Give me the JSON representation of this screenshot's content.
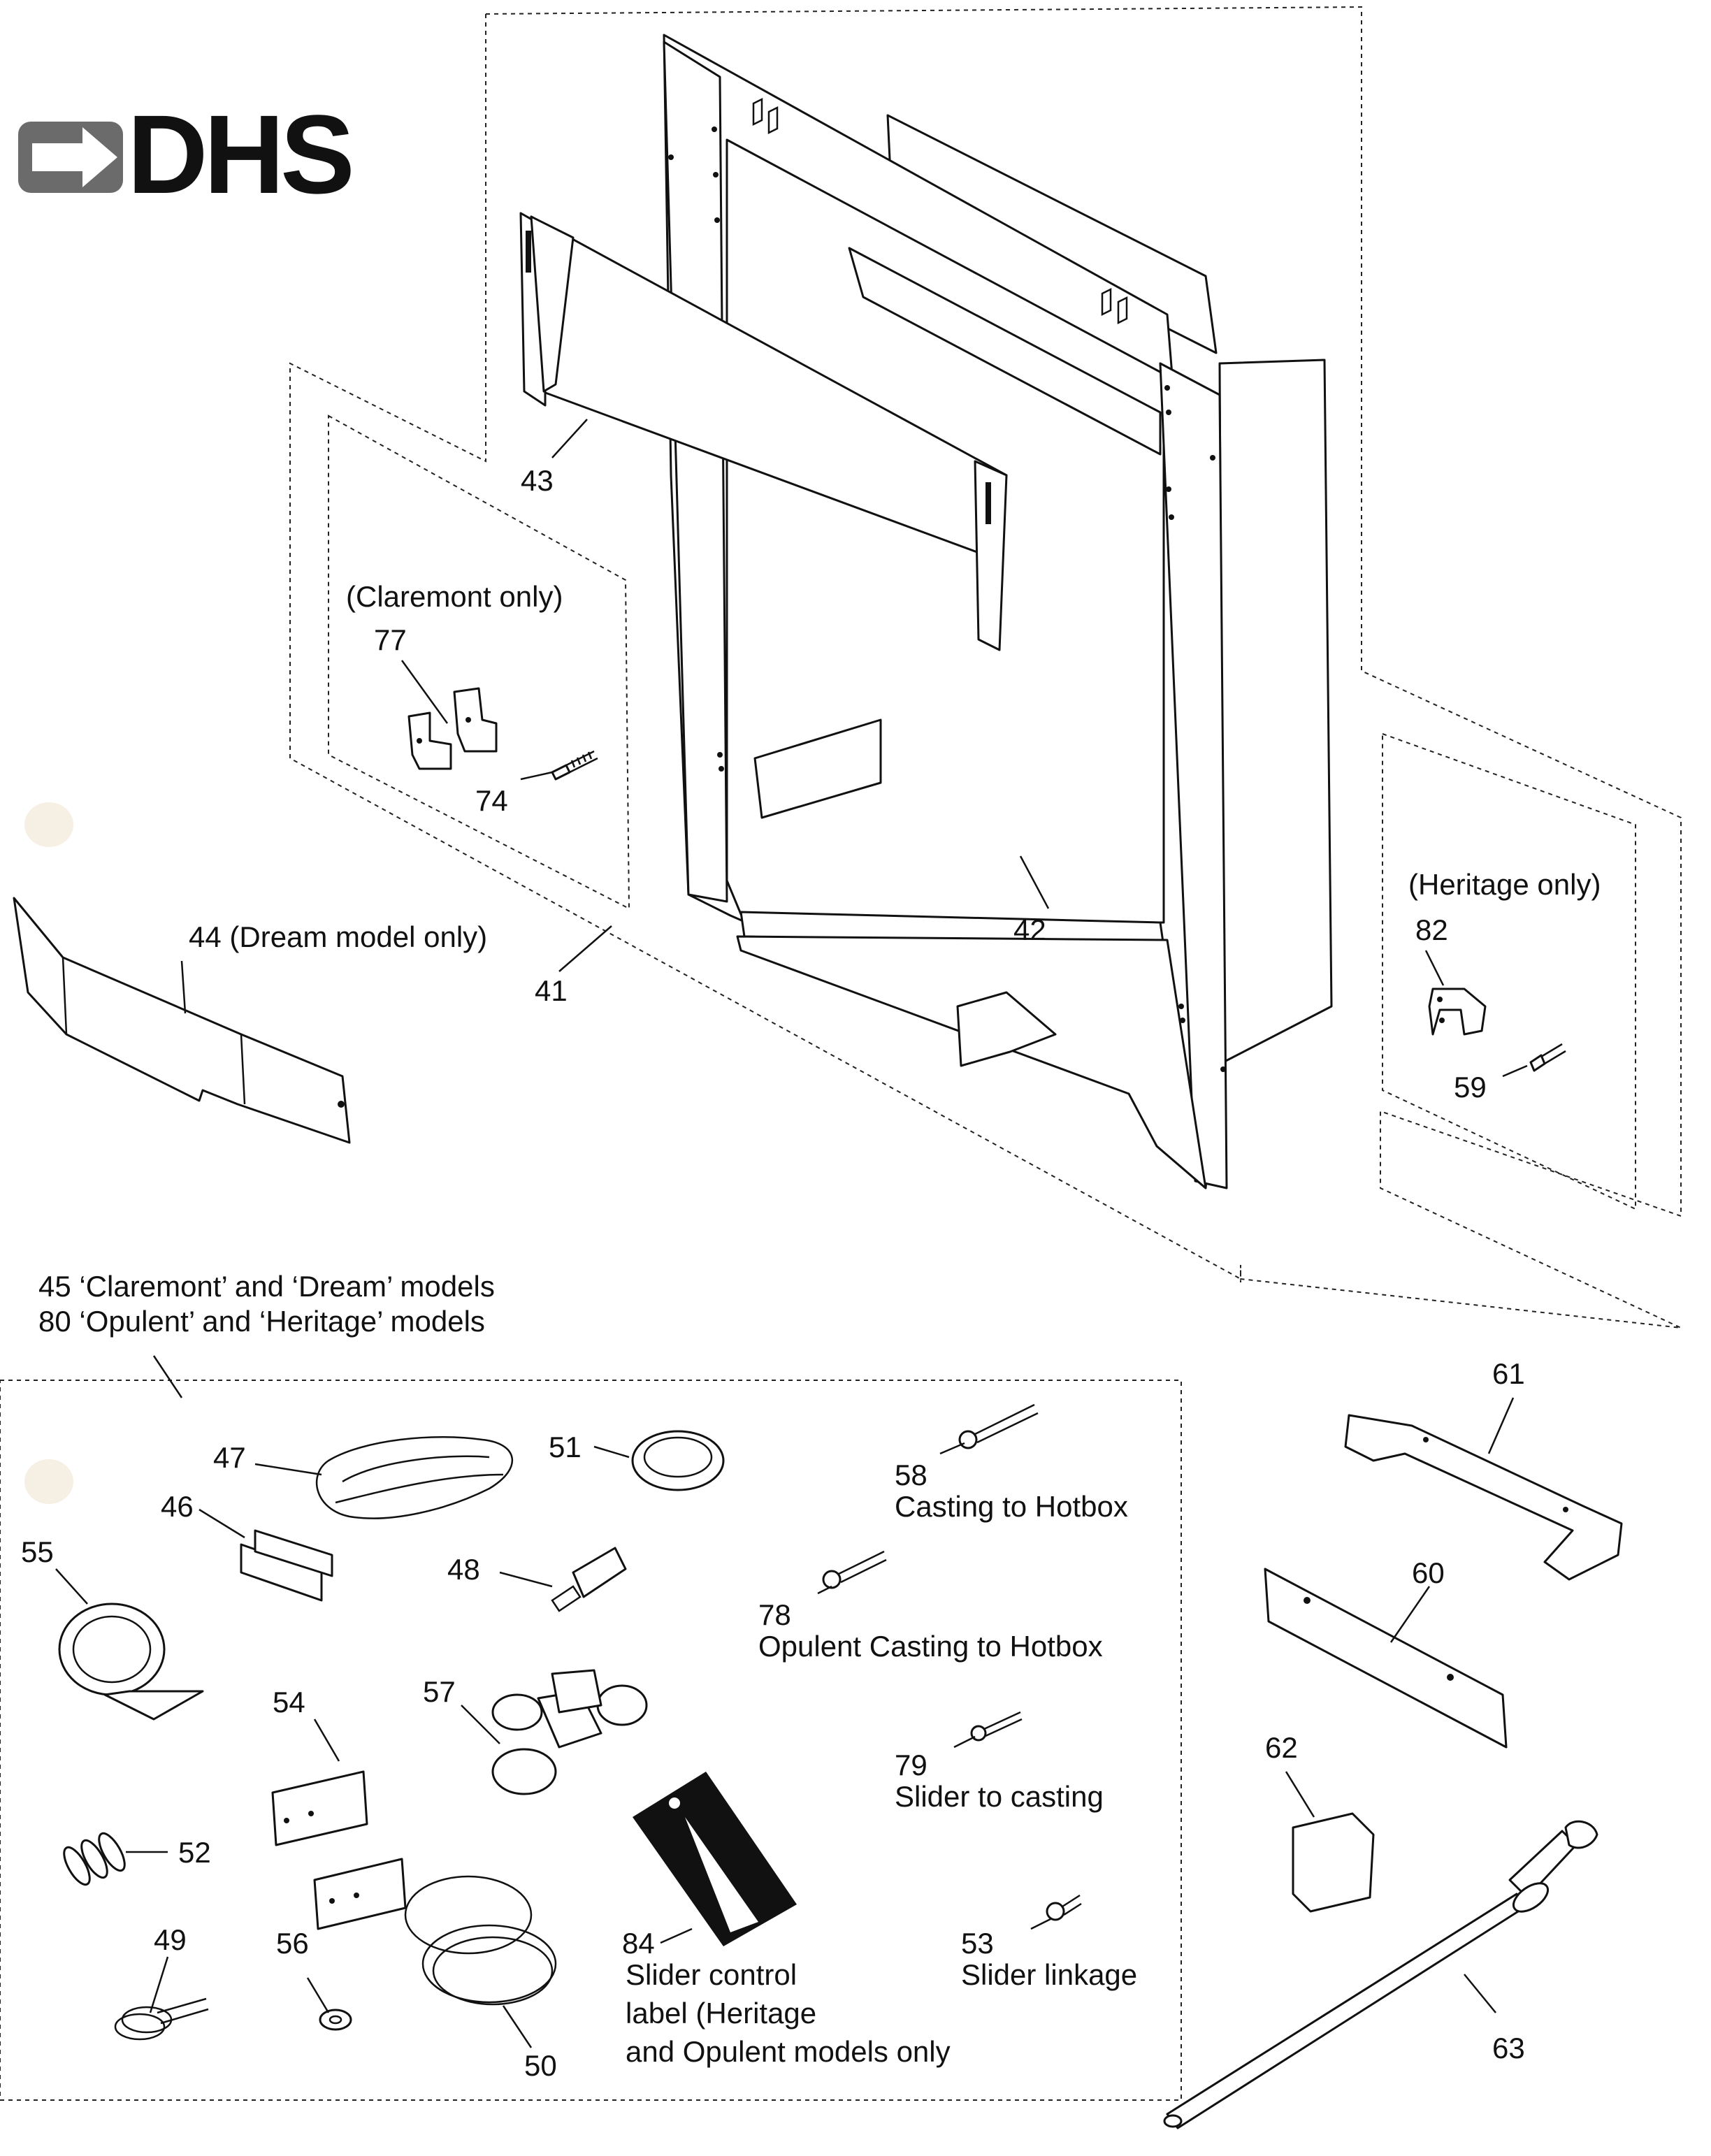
{
  "logo": {
    "text": "DHS"
  },
  "callouts": {
    "c43": "43",
    "c77": "77",
    "c74": "74",
    "claremont_only": "(Claremont only)",
    "c44": "44 (Dream model only)",
    "c41": "41",
    "c42": "42",
    "heritage_only": "(Heritage only)",
    "c82": "82",
    "c59": "59",
    "c45": "45 ‘Claremont’ and ‘Dream’ models",
    "c80": "80 ‘Opulent’ and ‘Heritage’ models",
    "c47": "47",
    "c51": "51",
    "c58": "58",
    "c58_desc": "Casting to Hotbox",
    "c46": "46",
    "c55": "55",
    "c48": "48",
    "c78": "78",
    "c78_desc": "Opulent Casting to Hotbox",
    "c54": "54",
    "c57": "57",
    "c79": "79",
    "c79_desc": "Slider to casting",
    "c52": "52",
    "c84": "84",
    "c84_desc_1": "Slider control",
    "c84_desc_2": "label (Heritage",
    "c84_desc_3": "and Opulent models only",
    "c53": "53",
    "c53_desc": "Slider linkage",
    "c49": "49",
    "c56": "56",
    "c50": "50",
    "c61": "61",
    "c60": "60",
    "c62": "62",
    "c63": "63"
  }
}
